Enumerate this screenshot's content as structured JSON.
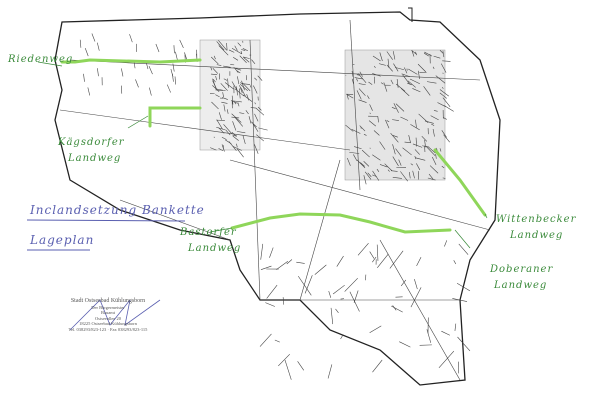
{
  "title": {
    "line1": "Inclandsetzung Bankette",
    "line2": "Lageplan"
  },
  "labels": {
    "riedenweg": "Riedenweg",
    "kagsdorfer": [
      "Kägsdorfer",
      "Landweg"
    ],
    "bastorfer": [
      "Bastorfer",
      "Landweg"
    ],
    "wittenbecker": [
      "Wittenbecker",
      "Landweg"
    ],
    "doberaner": [
      "Doberaner",
      "Landweg"
    ]
  },
  "stamp": {
    "line1": "Stadt Ostseebad Kühlungsborn",
    "line2": "Der Bürgermeister",
    "line3": "Bauamt",
    "line4": "Ostseeallee 20",
    "line5": "18225 Ostseebad Kühlungsborn",
    "line6": "Tel. 038293/823-123 · Fax 038293/823-115"
  },
  "colors": {
    "route": "#8fd65a",
    "outline": "#222222",
    "handwriting_green": "#3a8a3a",
    "handwriting_blue": "#5a5fb0"
  }
}
